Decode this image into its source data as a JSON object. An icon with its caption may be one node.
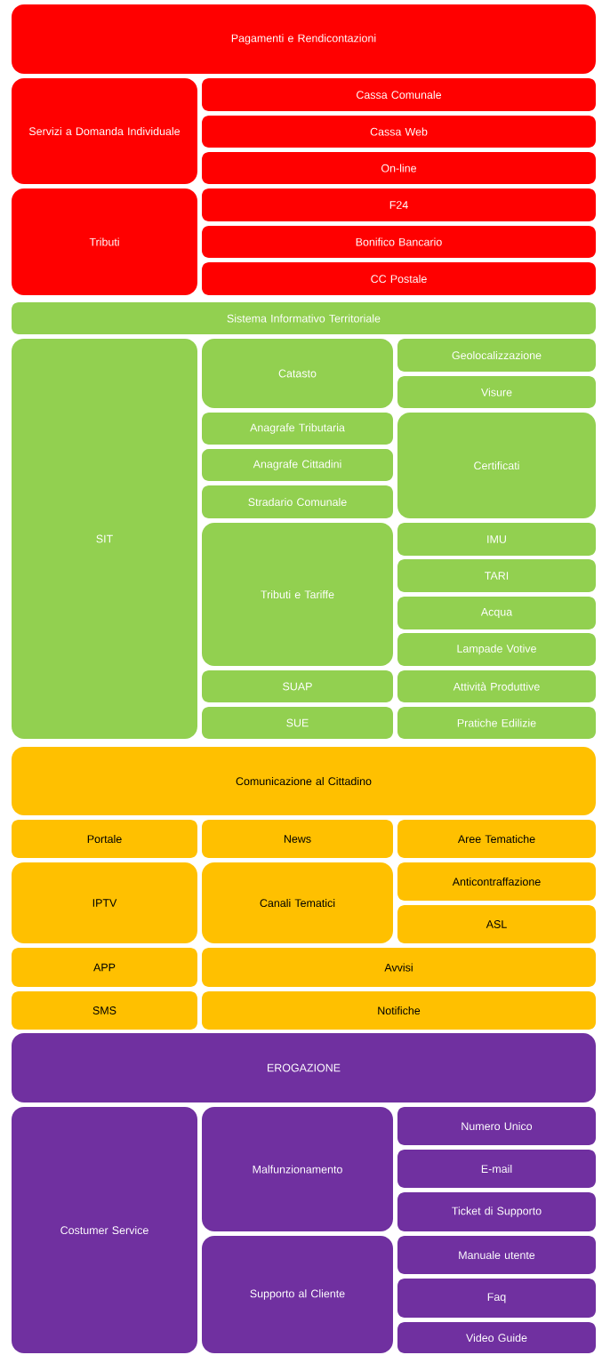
{
  "diagram": {
    "nodes": [
      {
        "text": [
          "Pagamenti e Rendicontazioni"
        ]
      },
      {
        "text": [
          "Servizi a Domanda Individuale"
        ]
      },
      {
        "text": [
          "Cassa Comunale"
        ]
      },
      {
        "text": [
          "Cassa Web"
        ]
      },
      {
        "text": [
          "On-line"
        ]
      },
      {
        "text": [
          "Tributi"
        ]
      },
      {
        "text": [
          "F24"
        ]
      },
      {
        "text": [
          "Bonifico Bancario"
        ]
      },
      {
        "text": [
          "CC Postale"
        ]
      },
      {
        "text": [
          "Sistema Informativo Territoriale"
        ]
      },
      {
        "text": [
          "SIT"
        ]
      },
      {
        "text": [
          "Catasto"
        ]
      },
      {
        "text": [
          "Geolocalizzazione"
        ]
      },
      {
        "text": [
          "Visure"
        ]
      },
      {
        "text": [
          "Anagrafe Tributaria"
        ]
      },
      {
        "text": [
          "Certificati"
        ]
      },
      {
        "text": [
          "Anagrafe Cittadini"
        ]
      },
      {
        "text": [
          "Stradario Comunale"
        ]
      },
      {
        "text": [
          "Tributi e Tariffe"
        ]
      },
      {
        "text": [
          "IMU"
        ]
      },
      {
        "text": [
          "TARI"
        ]
      },
      {
        "text": [
          "Acqua"
        ]
      },
      {
        "text": [
          "Lampade Votive"
        ]
      },
      {
        "text": [
          "SUAP"
        ]
      },
      {
        "text": [
          "Attività Produttive"
        ]
      },
      {
        "text": [
          "SUE"
        ]
      },
      {
        "text": [
          "Pratiche Edilizie"
        ]
      },
      {
        "text": [
          "Comunicazione al Cittadino"
        ]
      },
      {
        "text": [
          "Portale"
        ]
      },
      {
        "text": [
          "News"
        ]
      },
      {
        "text": [
          "Aree Tematiche"
        ]
      },
      {
        "text": [
          "IPTV"
        ]
      },
      {
        "text": [
          "Canali Tematici"
        ]
      },
      {
        "text": [
          "Anticontraffazione"
        ]
      },
      {
        "text": [
          "ASL"
        ]
      },
      {
        "text": [
          "APP"
        ]
      },
      {
        "text": [
          "Avvisi"
        ]
      },
      {
        "text": [
          "SMS"
        ]
      },
      {
        "text": [
          "Notifiche"
        ]
      },
      {
        "text": [
          "EROGAZIONE"
        ]
      },
      {
        "text": [
          "Costumer Service"
        ]
      },
      {
        "text": [
          "Malfunzionamento"
        ]
      },
      {
        "text": [
          "Numero Unico"
        ]
      },
      {
        "text": [
          "E-mail"
        ]
      },
      {
        "text": [
          "Ticket di Supporto"
        ]
      },
      {
        "text": [
          "Supporto al Cliente"
        ]
      },
      {
        "text": [
          "Manuale utente"
        ]
      },
      {
        "text": [
          "Faq"
        ]
      },
      {
        "text": [
          "Video Guide"
        ]
      }
    ]
  }
}
